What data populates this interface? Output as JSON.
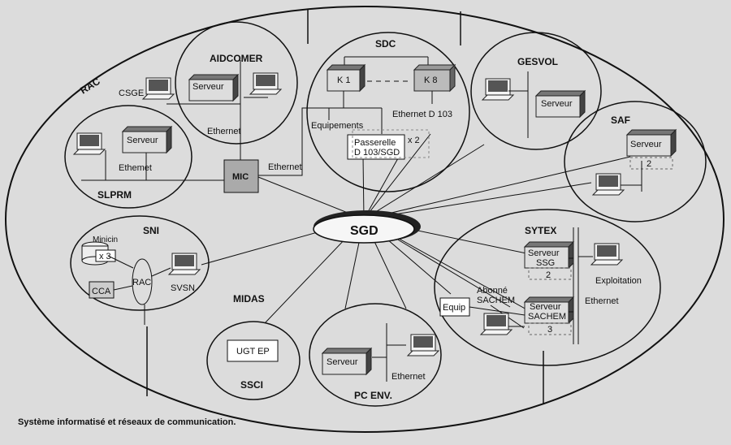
{
  "outer_label": "RAC",
  "hub_label": "SGD",
  "nodes": {
    "aidcomer": {
      "title": "AIDCOMER",
      "server": "Serveur",
      "csge": "CSGE",
      "ethernet": "Ethernet"
    },
    "sdc": {
      "title": "SDC",
      "k1": "K 1",
      "k8": "K 8",
      "ethernet": "Ethernet D 103",
      "equip": "Equipements",
      "passerelle_1": "Passerelle",
      "passerelle_2": "D 103/SGD",
      "x2": "x 2"
    },
    "gesvol": {
      "title": "GESVOL",
      "server": "Serveur"
    },
    "saf": {
      "title": "SAF",
      "server": "Serveur",
      "count": "2"
    },
    "slprm": {
      "title": "SLPRM",
      "server": "Serveur",
      "ethernet": "Ethemet"
    },
    "mic": {
      "label": "MIC",
      "ethernet": "Ethernet"
    },
    "sni": {
      "title": "SNI",
      "minicin": "Minicin",
      "x3": "x 3",
      "cca": "CCA",
      "rac": "RAC",
      "svsn": "SVSN"
    },
    "midas": {
      "title": "MIDAS"
    },
    "ssci": {
      "title": "SSCI",
      "ugt": "UGT EP"
    },
    "pcenv": {
      "title": "PC ENV.",
      "server": "Serveur",
      "ethernet": "Ethernet"
    },
    "sytex": {
      "title": "SYTEX",
      "ssg_1": "Serveur",
      "ssg_2": "SSG",
      "ssg_count": "2",
      "sachem_1": "Serveur",
      "sachem_2": "SACHEM",
      "sachem_count": "3",
      "abonne_1": "Abonné",
      "abonne_2": "SACHEM",
      "equip": "Equip",
      "exploitation": "Exploitation",
      "ethernet": "Ethernet"
    }
  },
  "caption": "Système informatisé et réseaux de communication."
}
